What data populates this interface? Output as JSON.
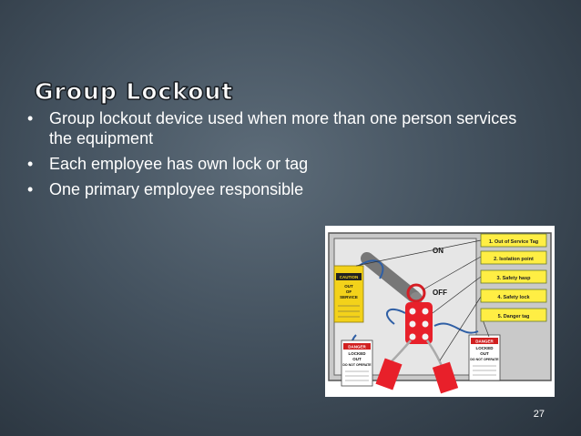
{
  "slide": {
    "title": "Group Lockout",
    "bullets": [
      "Group lockout device used when more than one person services the equipment",
      "Each employee has own lock or tag",
      "One primary employee responsible"
    ],
    "page_number": "27"
  },
  "figure": {
    "labels": [
      "1. Out of Service Tag",
      "2. Isolation point",
      "3. Safety hasp",
      "4. Safety lock",
      "5. Danger tag"
    ],
    "switch_on": "ON",
    "switch_off": "OFF",
    "caution_tag": {
      "header": "CAUTION",
      "line1": "OUT",
      "line2": "OF",
      "line3": "SERVICE"
    },
    "danger_tag": {
      "header": "DANGER",
      "line1": "LOCKED",
      "line2": "OUT",
      "line3": "DO NOT OPERATE"
    },
    "colors": {
      "label_box": "#ffee44",
      "label_border": "#6a7a2a",
      "lock": "#e8202a",
      "caution": "#f3d21a",
      "danger": "#d12020"
    }
  }
}
